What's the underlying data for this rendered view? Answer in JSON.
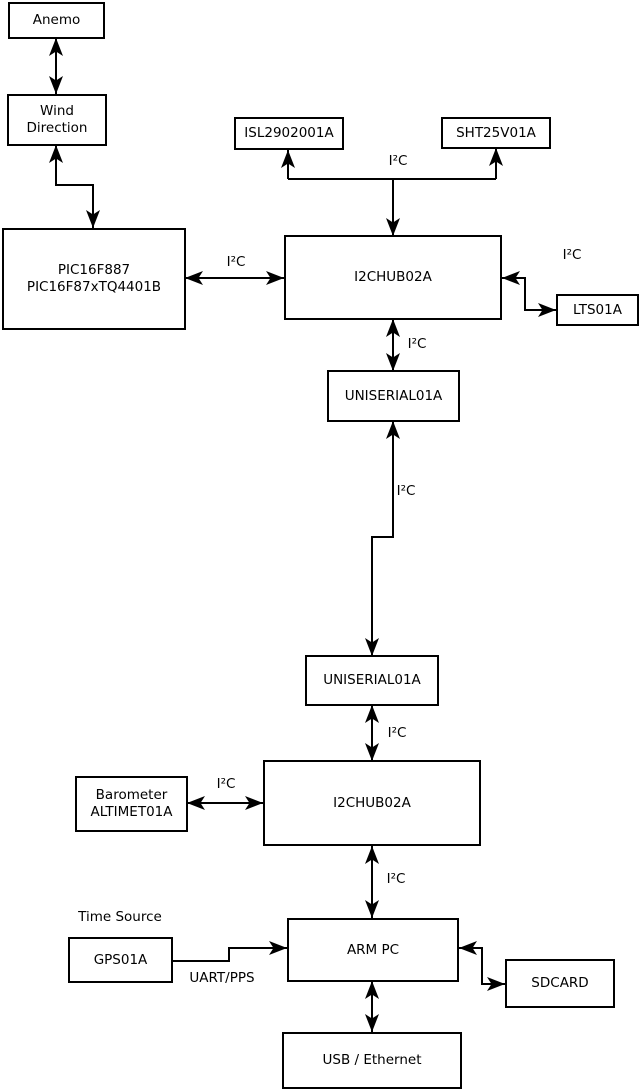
{
  "colors": {
    "ink": "#000000",
    "paper": "#ffffff"
  },
  "boxes": {
    "anemo": {
      "label": "Anemo"
    },
    "wind_direction": {
      "line1": "Wind",
      "line2": "Direction"
    },
    "pic": {
      "line1": "PIC16F887",
      "line2": "PIC16F87xTQ4401B"
    },
    "isl": {
      "label": "ISL2902001A"
    },
    "sht": {
      "label": "SHT25V01A"
    },
    "hub1": {
      "label": "I2CHUB02A"
    },
    "lts": {
      "label": "LTS01A"
    },
    "uniserial1": {
      "label": "UNISERIAL01A"
    },
    "uniserial2": {
      "label": "UNISERIAL01A"
    },
    "hub2": {
      "label": "I2CHUB02A"
    },
    "barometer": {
      "line1": "Barometer",
      "line2": "ALTIMET01A"
    },
    "armpc": {
      "label": "ARM PC"
    },
    "gps": {
      "label": "GPS01A"
    },
    "sdcard": {
      "label": "SDCARD"
    },
    "usb": {
      "label": "USB / Ethernet"
    }
  },
  "bus_labels": {
    "i2c_pic_hub1": "I²C",
    "i2c_sensor_bus": "I²C",
    "i2c_lts": "I²C",
    "i2c_hub1_uniserial": "I²C",
    "i2c_uniserial_link": "I²C",
    "i2c_uniserial_hub2": "I²C",
    "i2c_barometer": "I²C",
    "i2c_hub2_armpc": "I²C",
    "time_source": "Time Source",
    "uart_pps": "UART/PPS"
  },
  "connections": [
    {
      "from": "Anemo",
      "to": "Wind Direction",
      "direction": "both"
    },
    {
      "from": "Wind Direction",
      "to": "PIC16F887 PIC16F87xTQ4401B",
      "direction": "both"
    },
    {
      "from": "PIC16F887 PIC16F87xTQ4401B",
      "to": "I2CHUB02A (upper)",
      "direction": "both",
      "label": "I²C"
    },
    {
      "from": "I2CHUB02A (upper)",
      "to": "ISL2902001A",
      "direction": "to",
      "label": "I²C"
    },
    {
      "from": "I2CHUB02A (upper)",
      "to": "SHT25V01A",
      "direction": "to",
      "label": "I²C"
    },
    {
      "from": "I2CHUB02A (upper)",
      "to": "LTS01A",
      "direction": "both",
      "label": "I²C"
    },
    {
      "from": "I2CHUB02A (upper)",
      "to": "UNISERIAL01A (upper)",
      "direction": "both",
      "label": "I²C"
    },
    {
      "from": "UNISERIAL01A (upper)",
      "to": "UNISERIAL01A (lower)",
      "direction": "both",
      "label": "I²C"
    },
    {
      "from": "UNISERIAL01A (lower)",
      "to": "I2CHUB02A (lower)",
      "direction": "both",
      "label": "I²C"
    },
    {
      "from": "Barometer ALTIMET01A",
      "to": "I2CHUB02A (lower)",
      "direction": "both",
      "label": "I²C"
    },
    {
      "from": "I2CHUB02A (lower)",
      "to": "ARM PC",
      "direction": "both",
      "label": "I²C"
    },
    {
      "from": "GPS01A",
      "to": "ARM PC",
      "direction": "to",
      "label": "UART/PPS"
    },
    {
      "from": "ARM PC",
      "to": "SDCARD",
      "direction": "both"
    },
    {
      "from": "ARM PC",
      "to": "USB / Ethernet",
      "direction": "both"
    }
  ]
}
